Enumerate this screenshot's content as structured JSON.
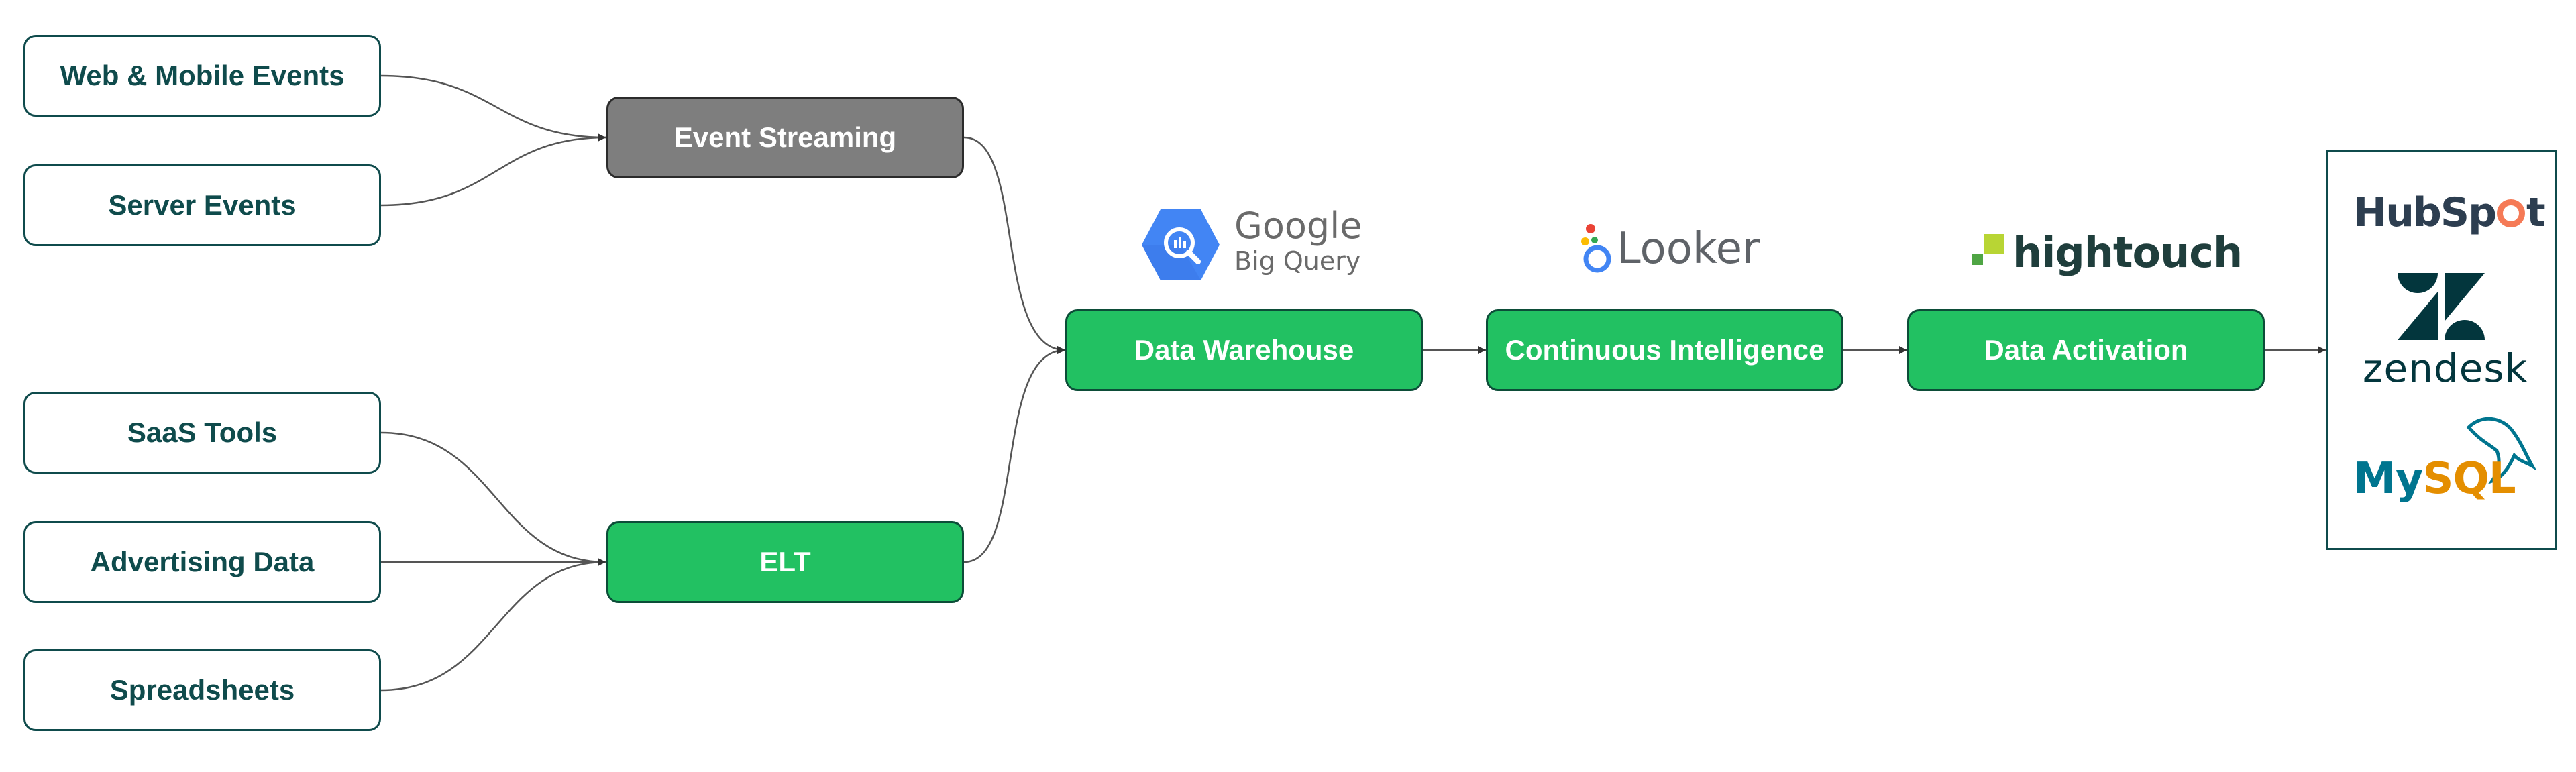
{
  "sources": {
    "web_mobile": "Web & Mobile Events",
    "server": "Server Events",
    "saas": "SaaS Tools",
    "advertising": "Advertising Data",
    "spreadsheets": "Spreadsheets"
  },
  "ingestion": {
    "event_streaming": "Event Streaming",
    "elt": "ELT"
  },
  "pipeline": {
    "warehouse": "Data Warehouse",
    "intelligence": "Continuous Intelligence",
    "activation": "Data Activation"
  },
  "logos": {
    "bigquery": {
      "line1": "Google",
      "line2": "Big Query",
      "icon": "bigquery-hexagon-icon"
    },
    "looker": {
      "text": "Looker",
      "icon": "looker-icon"
    },
    "hightouch": {
      "text": "hightouch",
      "icon": "hightouch-icon"
    }
  },
  "destinations": {
    "hubspot": {
      "text_a": "HubSp",
      "text_b": "t",
      "icon": "hubspot-sprocket-icon"
    },
    "zendesk": {
      "text": "zendesk",
      "icon": "zendesk-icon"
    },
    "mysql": {
      "text_a": "My",
      "text_b": "SQL",
      "icon": "mysql-dolphin-icon"
    }
  },
  "colors": {
    "teal": "#0f4b4c",
    "green": "#22c162",
    "grey": "#7e7e7e",
    "google_blue": "#4285f4",
    "hubspot_orange": "#f57a56",
    "mysql_blue": "#00758f",
    "mysql_orange": "#e48e00",
    "hightouch_lime": "#b8d534",
    "hightouch_green": "#4fa544"
  }
}
